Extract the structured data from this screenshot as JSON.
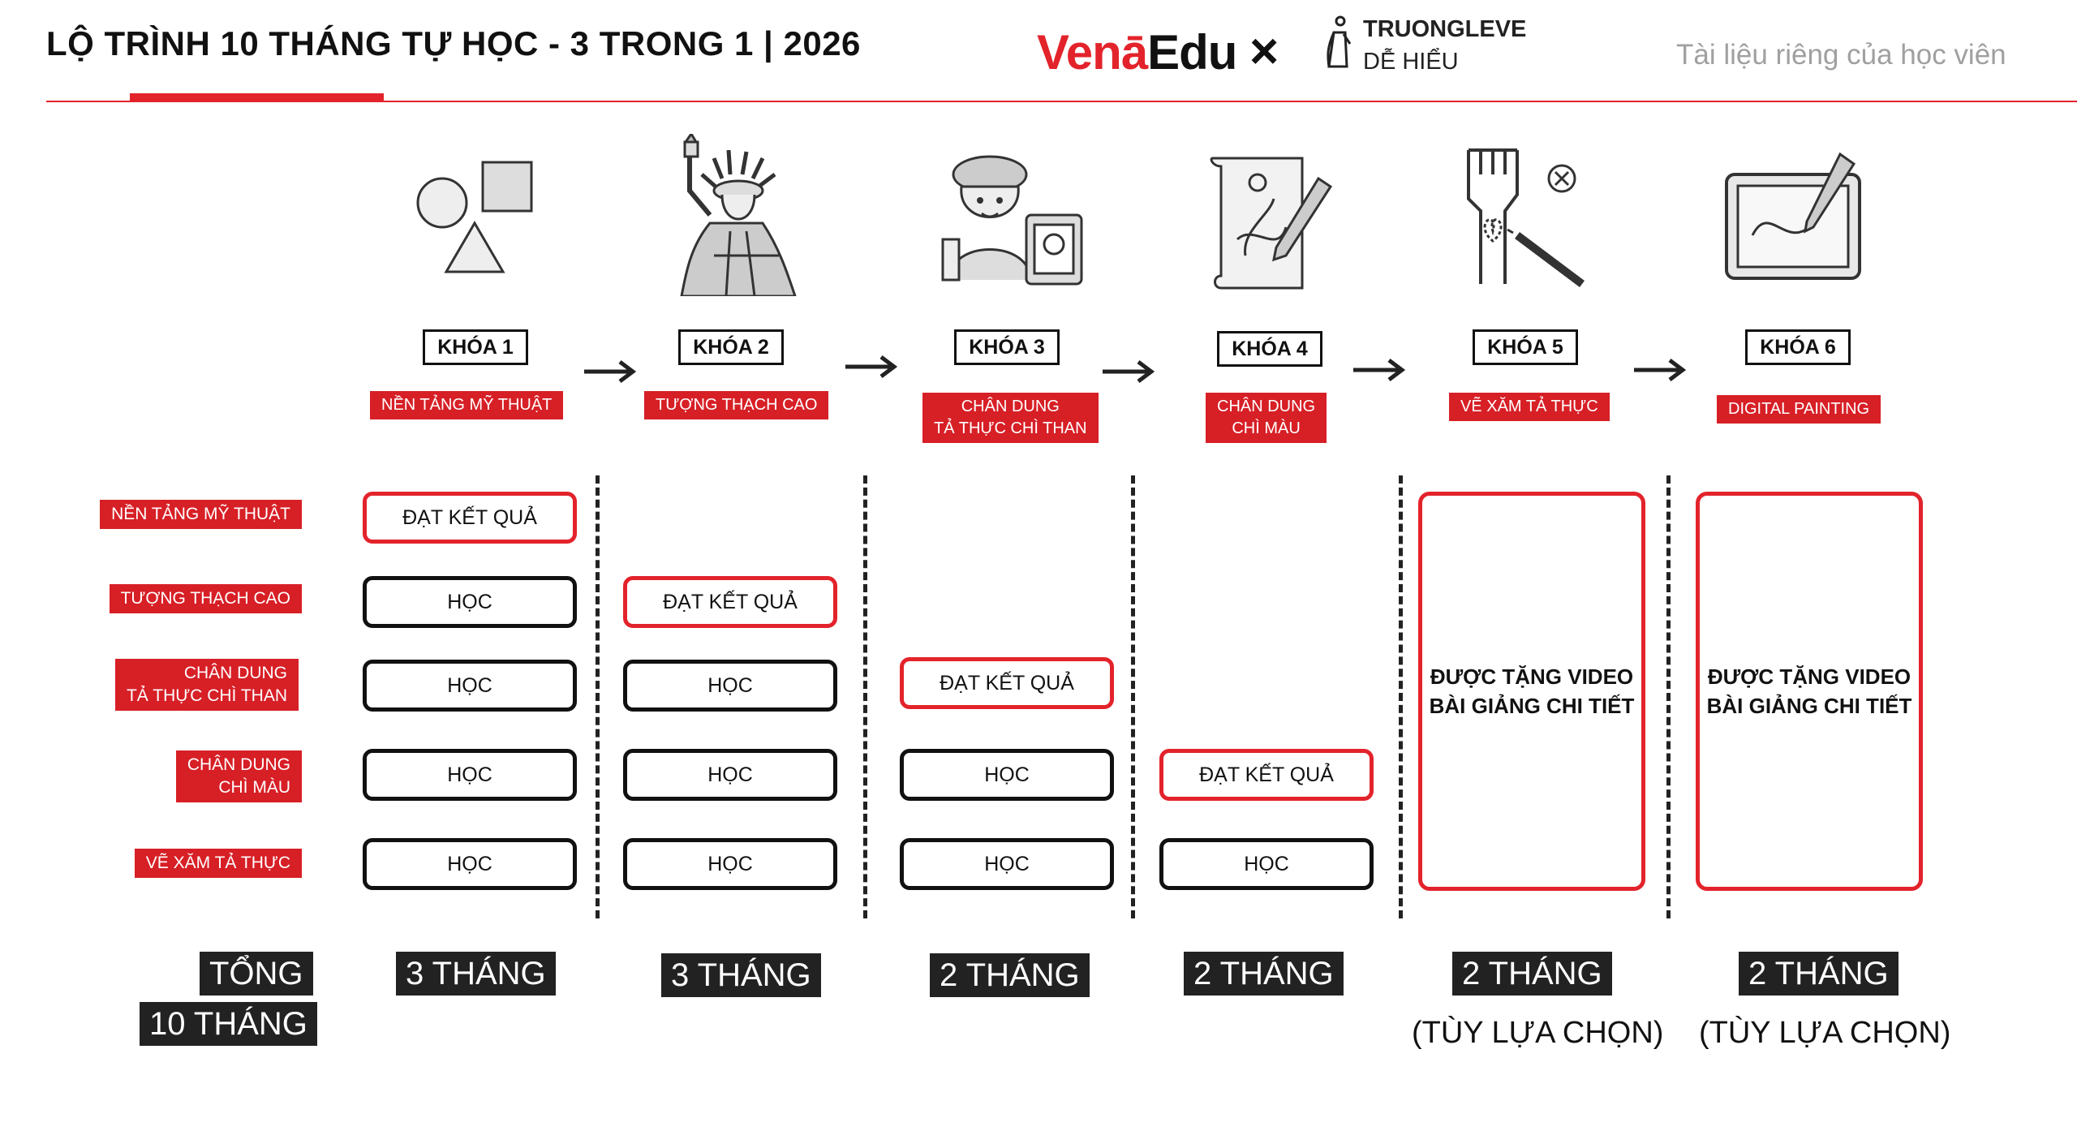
{
  "header": {
    "title": "LỘ TRÌNH 10 THÁNG TỰ HỌC  - 3 TRONG 1 | 2026",
    "logo_vena_red": "Venā",
    "logo_vena_black": "Edu",
    "logo_times": "×",
    "logo_partner_line1": "TRUONGLEVE",
    "logo_partner_line2": "DỄ HIỂU",
    "tagline": "Tài liệu riêng của học viên"
  },
  "colors": {
    "accent": "#e3232b",
    "dark": "#222222"
  },
  "courses": [
    {
      "label": "KHÓA 1",
      "name": [
        "NỀN TẢNG MỸ THUẬT"
      ],
      "icon": "shapes-icon",
      "duration": "3 THÁNG"
    },
    {
      "label": "KHÓA 2",
      "name": [
        "TƯỢNG THẠCH CAO"
      ],
      "icon": "statue-icon",
      "duration": "3 THÁNG"
    },
    {
      "label": "KHÓA 3",
      "name": [
        "CHÂN DUNG",
        "TẢ THỰC CHÌ THAN"
      ],
      "icon": "portrait-artist-icon",
      "duration": "2 THÁNG"
    },
    {
      "label": "KHÓA 4",
      "name": [
        "CHÂN DUNG",
        "CHÌ MÀU"
      ],
      "icon": "sketch-scroll-icon",
      "duration": "2 THÁNG"
    },
    {
      "label": "KHÓA 5",
      "name": [
        "VẼ XĂM TẢ THỰC"
      ],
      "icon": "tattoo-icon",
      "duration": "2 THÁNG",
      "note": "(TÙY LỰA CHỌN)"
    },
    {
      "label": "KHÓA 6",
      "name": [
        "DIGITAL PAINTING"
      ],
      "icon": "tablet-pen-icon",
      "duration": "2 THÁNG",
      "note": "(TÙY LỰA CHỌN)"
    }
  ],
  "rows": [
    [
      "NỀN TẢNG MỸ THUẬT"
    ],
    [
      "TƯỢNG THẠCH CAO"
    ],
    [
      "CHÂN DUNG",
      "TẢ THỰC CHÌ THAN"
    ],
    [
      "CHÂN DUNG",
      "CHÌ MÀU"
    ],
    [
      "VẼ XĂM TẢ THỰC"
    ]
  ],
  "cells": {
    "result": "ĐẠT KẾT QUẢ",
    "study": "HỌC",
    "bonus_line1": "ĐƯỢC TẶNG VIDEO",
    "bonus_line2": "BÀI GIẢNG CHI TIẾT"
  },
  "total": {
    "line1": "TỔNG",
    "line2": "10 THÁNG"
  }
}
